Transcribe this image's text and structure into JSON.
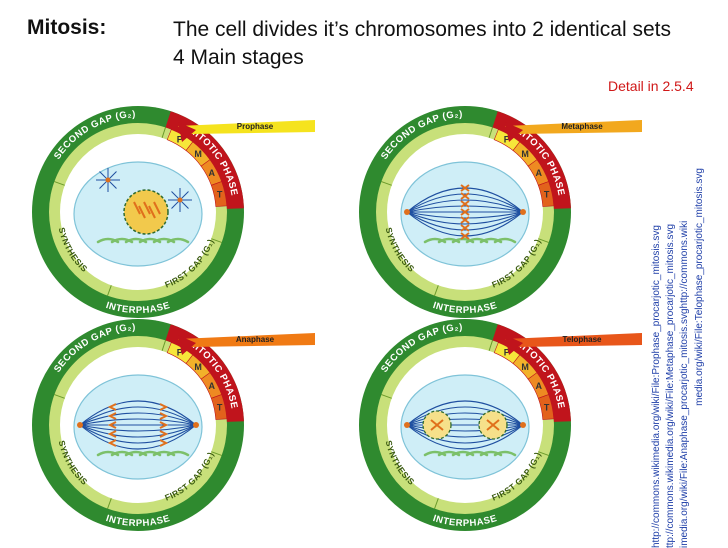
{
  "slide": {
    "title_label": "Mitosis:",
    "title_line1": "The cell divides it’s chromosomes into 2 identical sets",
    "title_line2": "4 Main stages",
    "detail_ref": "Detail in 2.5.4"
  },
  "ring_labels": {
    "second_gap": "SECOND GAP (G₂)",
    "mitotic_phase": "MITOTIC PHASE",
    "synthesis": "SYNTHESIS",
    "first_gap": "FIRST GAP (G₁)",
    "interphase": "INTERPHASE",
    "p": "P",
    "m": "M",
    "a": "A",
    "t": "T"
  },
  "stages": [
    {
      "name": "Prophase"
    },
    {
      "name": "Metaphase"
    },
    {
      "name": "Anaphase"
    },
    {
      "name": "Telophase"
    }
  ],
  "source_urls": [
    "http://commons.wikimedia.org/wiki/File:Prophase_procarjotic_mitosis.svg",
    "ttp://commons.wikimedia.org/wiki/File:Metaphase_procarjotic_mitosis.svg",
    "imedia.org/wiki/File:Anaphase_procarjotic_mitosis.svghttp://commons.wiki",
    "media.org/wiki/File:Telophase_procarjotic_mitosis.svg"
  ],
  "colors": {
    "ring_dark_green": "#2f8a2f",
    "ring_light_green": "#c8e07a",
    "mitotic_red": "#c0141c",
    "cell_fill": "#cfeef7",
    "chromosome": "#e0701c",
    "spindle": "#1f4fa0"
  }
}
